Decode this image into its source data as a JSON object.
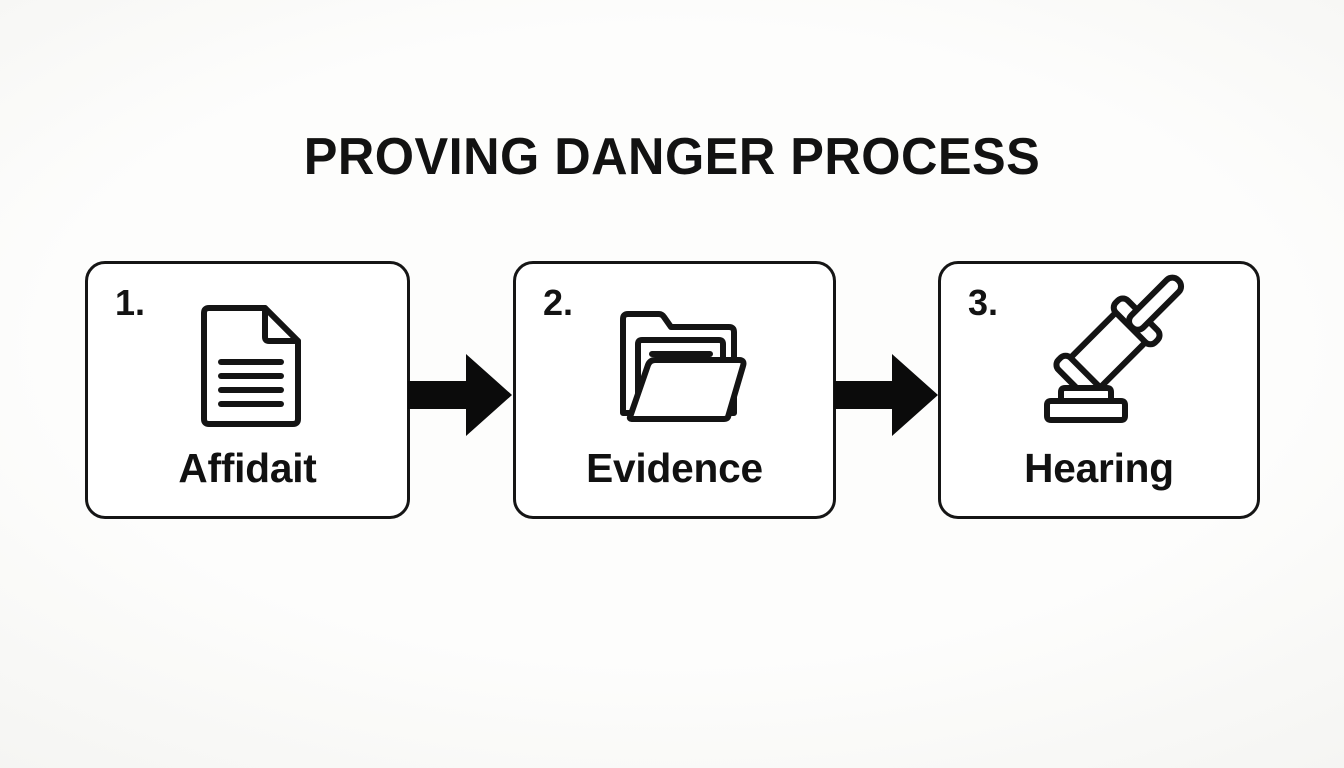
{
  "page": {
    "title": "PROVING DANGER PROCESS",
    "background_color": "#fdfdfc",
    "ink_color": "#121212",
    "card_fill": "#ffffff"
  },
  "flow": {
    "connector_label": "arrow-right",
    "steps": [
      {
        "number": "1.",
        "label": "Affidait",
        "icon": "document-icon",
        "icon_description": "sheet of paper with folded corner and five text lines"
      },
      {
        "number": "2.",
        "label": "Evidence",
        "icon": "folder-icon",
        "icon_description": "open file folder containing a document"
      },
      {
        "number": "3.",
        "label": "Hearing",
        "icon": "gavel-icon",
        "icon_description": "judge gavel resting above a sound block"
      }
    ]
  }
}
